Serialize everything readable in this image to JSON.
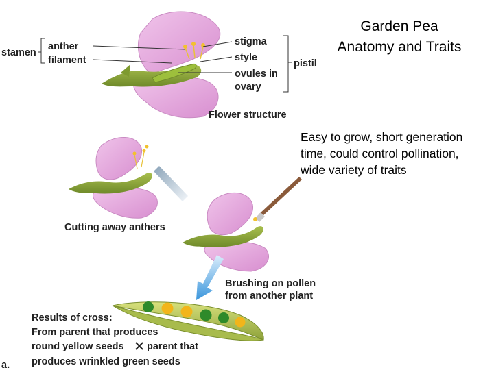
{
  "slide": {
    "title_line1": "Garden Pea",
    "title_line2": "Anatomy and Traits",
    "body_line1": "Easy to grow, short generation",
    "body_line2": "time, could control pollination,",
    "body_line3": "wide variety of traits"
  },
  "figure": {
    "labels": {
      "stamen": "stamen",
      "anther": "anther",
      "filament": "filament",
      "stigma": "stigma",
      "style": "style",
      "ovules_line1": "ovules in",
      "ovules_line2": "ovary",
      "pistil": "pistil",
      "flower_structure": "Flower structure",
      "cutting": "Cutting away anthers",
      "brushing_line1": "Brushing on pollen",
      "brushing_line2": "from another plant",
      "results_line1": "Results of cross:",
      "results_line2": "From parent that produces",
      "results_line3a": "round yellow seeds",
      "results_line3b": "parent that",
      "results_line4": "produces wrinkled green seeds",
      "panel": "a."
    },
    "colors": {
      "petal": "#e6a6dc",
      "petal_dark": "#c67fbf",
      "sepal": "#8ea83c",
      "pod": "#b6c65a",
      "arrow": "#4fa3e0",
      "pea_yellow": "#f2b51a",
      "pea_green": "#2e8a2a"
    }
  }
}
